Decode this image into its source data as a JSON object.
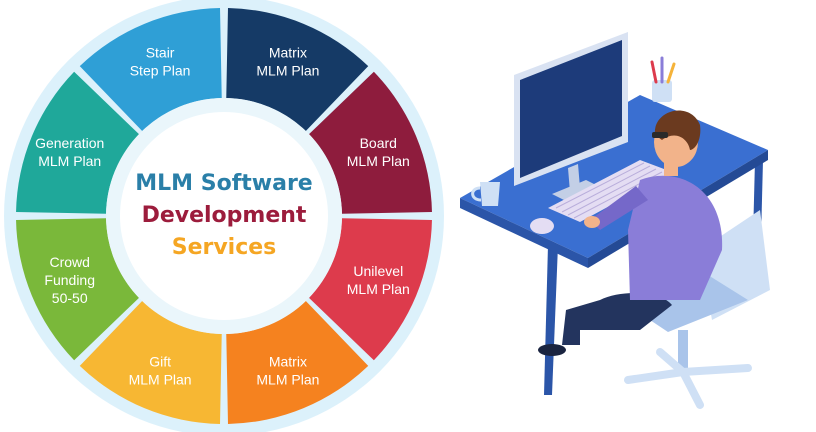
{
  "wheel": {
    "center_title": [
      {
        "text": "MLM Software",
        "color": "#2a7fa8"
      },
      {
        "text": "Development",
        "color": "#9c1c3c"
      },
      {
        "text": "Services",
        "color": "#f5a623"
      }
    ],
    "segments": [
      {
        "lines": [
          "Matrix",
          "MLM Plan"
        ],
        "color": "#153a66"
      },
      {
        "lines": [
          "Board",
          "MLM Plan"
        ],
        "color": "#8e1c3d"
      },
      {
        "lines": [
          "Unilevel",
          "MLM Plan"
        ],
        "color": "#dd3b4c"
      },
      {
        "lines": [
          "Matrix",
          "MLM Plan"
        ],
        "color": "#f5821f"
      },
      {
        "lines": [
          "Gift",
          "MLM Plan"
        ],
        "color": "#f7b733"
      },
      {
        "lines": [
          "Crowd",
          "Funding",
          "50-50"
        ],
        "color": "#7ab83a"
      },
      {
        "lines": [
          "Generation",
          "MLM Plan"
        ],
        "color": "#1fa89a"
      },
      {
        "lines": [
          "Stair",
          "Step Plan"
        ],
        "color": "#2f9fd6"
      }
    ]
  },
  "illustration": {
    "colors": {
      "desk": "#3a6fd1",
      "desk_dark": "#2b55a8",
      "monitor_frame": "#d9e2f2",
      "screen": "#1d3b7a",
      "keyboard": "#e4ddf3",
      "shirt": "#8a7dd8",
      "pants": "#23345e",
      "chair": "#cfe0f5",
      "chair_shadow": "#a9c4ea",
      "hair": "#6b3a1f",
      "skin": "#f2b38a"
    }
  }
}
